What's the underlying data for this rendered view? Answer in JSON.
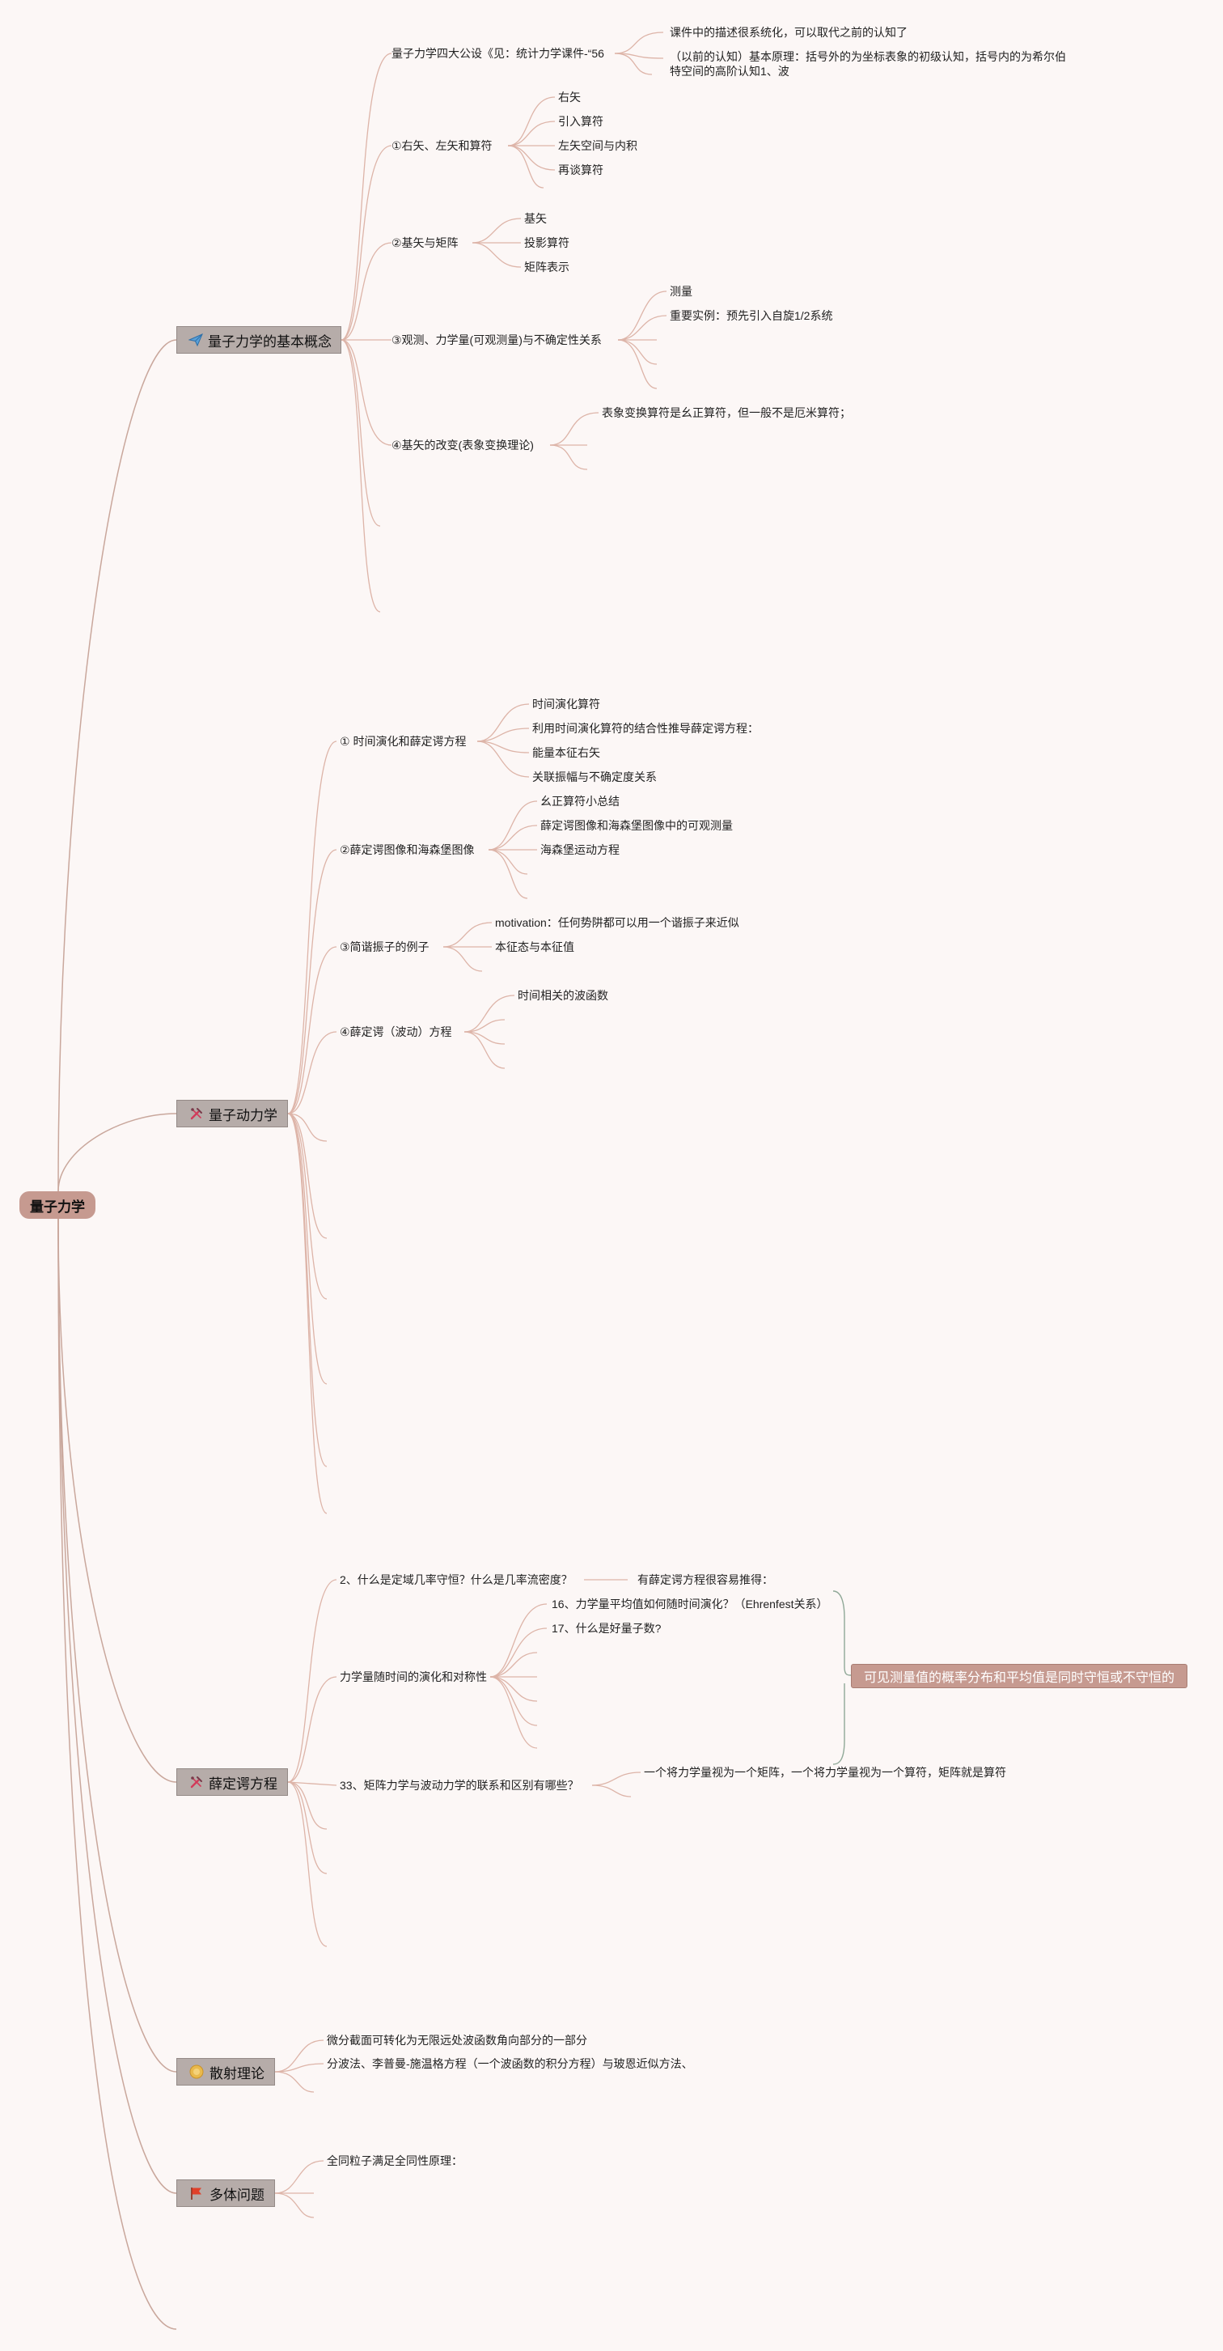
{
  "root": {
    "label": "量子力学"
  },
  "branches": [
    {
      "label": "量子力学的基本概念",
      "icon": "paper-plane-icon",
      "children": [
        {
          "label": "量子力学四大公设《见：统计力学课件-“56",
          "children": [
            "课件中的描述很系统化，可以取代之前的认知了",
            "（以前的认知）基本原理：括号外的为坐标表象的初级认知，括号内的为希尔伯特空间的高阶认知1、波"
          ]
        },
        {
          "label": "①右矢、左矢和算符",
          "children": [
            "右矢",
            "引入算符",
            "左矢空间与内积",
            "再谈算符"
          ]
        },
        {
          "label": "②基矢与矩阵",
          "children": [
            "基矢",
            "投影算符",
            "矩阵表示"
          ]
        },
        {
          "label": "③观测、力学量(可观测量)与不确定性关系",
          "children": [
            "测量",
            "重要实例：预先引入自旋1/2系统"
          ]
        },
        {
          "label": "④基矢的改变(表象变换理论)",
          "children": [
            "表象变换算符是幺正算符，但一般不是厄米算符；"
          ]
        }
      ]
    },
    {
      "label": "量子动力学",
      "icon": "tools-icon",
      "children": [
        {
          "label": "① 时间演化和薛定谔方程",
          "children": [
            "时间演化算符",
            "利用时间演化算符的结合性推导薛定谔方程：",
            "能量本征右矢",
            "关联振幅与不确定度关系"
          ]
        },
        {
          "label": "②薛定谔图像和海森堡图像",
          "children": [
            "幺正算符小总结",
            "薛定谔图像和海森堡图像中的可观测量",
            "海森堡运动方程"
          ]
        },
        {
          "label": "③简谐振子的例子",
          "children": [
            "motivation：任何势阱都可以用一个谐振子来近似",
            "本征态与本征值"
          ]
        },
        {
          "label": "④薛定谔（波动）方程",
          "children": [
            "时间相关的波函数"
          ]
        }
      ]
    },
    {
      "label": "薛定谔方程",
      "icon": "tools-icon",
      "children": [
        {
          "label": "2、什么是定域几率守恒？什么是几率流密度？",
          "children": [
            "有薛定谔方程很容易推得："
          ]
        },
        {
          "label": "力学量随时间的演化和对称性",
          "children": [
            "16、力学量平均值如何随时间演化？（Ehrenfest关系）",
            "17、什么是好量子数?"
          ]
        },
        {
          "label": "33、矩阵力学与波动力学的联系和区别有哪些？",
          "children": [
            "一个将力学量视为一个矩阵，一个将力学量视为一个算符，矩阵就是算符"
          ]
        }
      ],
      "callout": "可见测量值的概率分布和平均值是同时守恒或不守恒的"
    },
    {
      "label": "散射理论",
      "icon": "sun-icon",
      "children": [
        {
          "label": "微分截面可转化为无限远处波函数角向部分的一部分"
        },
        {
          "label": "分波法、李普曼-施温格方程（一个波函数的积分方程）与玻恩近似方法、"
        }
      ]
    },
    {
      "label": "多体问题",
      "icon": "flag-icon",
      "children": [
        {
          "label": "全同粒子满足全同性原理："
        }
      ]
    }
  ],
  "colors": {
    "background": "#fcf7f6",
    "root": "#c69a90",
    "branch": "#b6aca9",
    "link": "#ddb4a8",
    "callout": "#c69a90"
  }
}
